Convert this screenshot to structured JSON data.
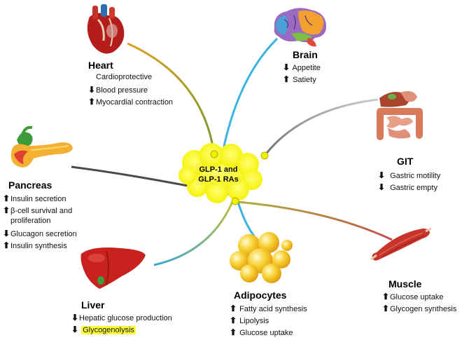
{
  "center": {
    "line1": "GLP-1 and",
    "line2": "GLP-1 RAs"
  },
  "heart": {
    "title": "Heart",
    "effects": [
      {
        "arrow": "",
        "text": "Cardioprotective"
      },
      {
        "arrow": "⬇",
        "text": "Blood pressure"
      },
      {
        "arrow": "⬆",
        "text": "Myocardial contraction"
      }
    ]
  },
  "brain": {
    "title": "Brain",
    "effects": [
      {
        "arrow": "⬇",
        "text": "Appetite"
      },
      {
        "arrow": "⬆",
        "text": "Satiety"
      }
    ]
  },
  "git": {
    "title": "GIT",
    "effects": [
      {
        "arrow": "⬇",
        "text": "Gastric motility"
      },
      {
        "arrow": "⬇",
        "text": "Gastric empty"
      }
    ]
  },
  "pancreas": {
    "title": "Pancreas",
    "effects": [
      {
        "arrow": "⬆",
        "text": "Insulin secretion"
      },
      {
        "arrow": "⬆",
        "text": "β-cell survival and"
      },
      {
        "arrow": "",
        "text": "proliferation"
      },
      {
        "arrow": "⬇",
        "text": "Glucagon secretion"
      },
      {
        "arrow": "⬆",
        "text": "Insulin synthesis"
      }
    ]
  },
  "liver": {
    "title": "Liver",
    "effects": [
      {
        "arrow": "⬇",
        "text": "Hepatic glucose production"
      },
      {
        "arrow": "⬇",
        "text": "Glycogenolysis"
      }
    ]
  },
  "adipocytes": {
    "title": "Adipocytes",
    "effects": [
      {
        "arrow": "⬆",
        "text": "Fatty acid synthesis"
      },
      {
        "arrow": "⬆",
        "text": "Lipolysis"
      },
      {
        "arrow": "⬆",
        "text": "Glucose uptake"
      }
    ]
  },
  "muscle": {
    "title": "Muscle",
    "effects": [
      {
        "arrow": "⬆",
        "text": "Glucose uptake"
      },
      {
        "arrow": "⬆",
        "text": "Glycogen synthesis"
      }
    ]
  },
  "colors": {
    "cloud": "#ffff33",
    "highlight": "#ffff3b",
    "node": "#f0f000"
  },
  "icons": [
    "heart-icon",
    "brain-icon",
    "intestine-icon",
    "pancreas-icon",
    "liver-icon",
    "fat-cells-icon",
    "muscle-icon"
  ]
}
